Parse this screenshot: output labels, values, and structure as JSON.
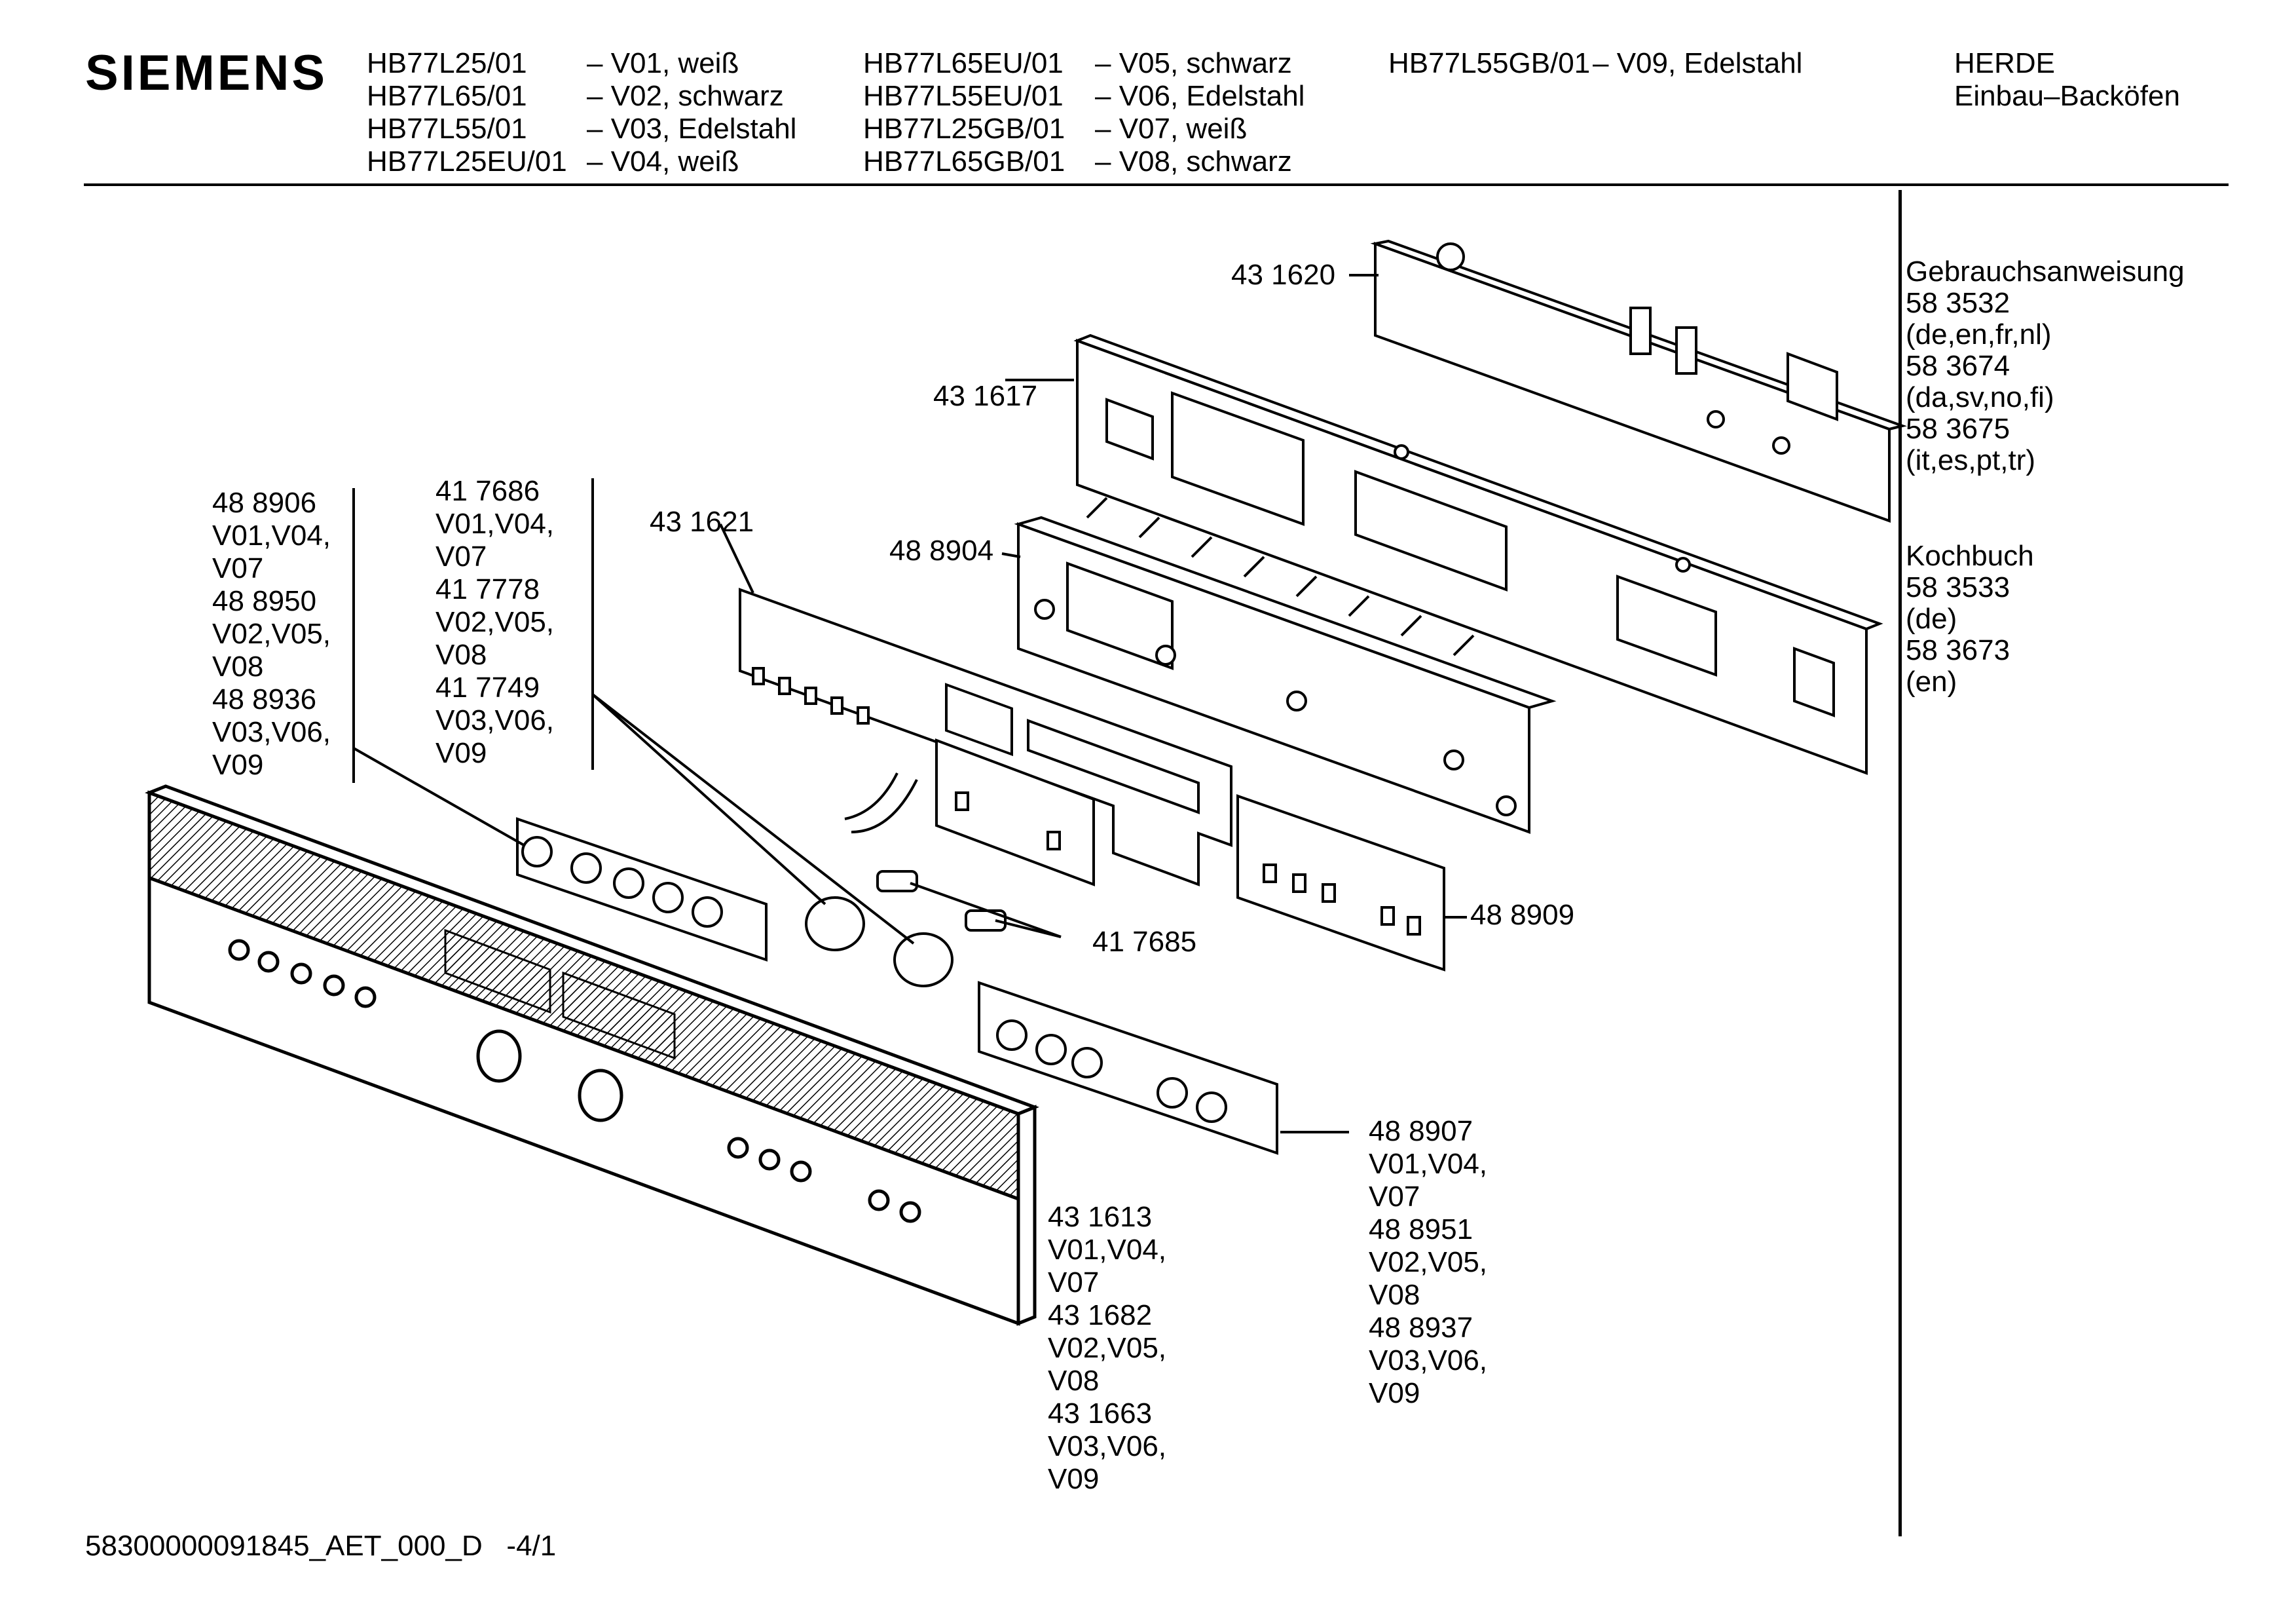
{
  "header": {
    "brand": "SIEMENS",
    "models_col1": [
      {
        "model": "HB77L25/01",
        "variant": "– V01, weiß"
      },
      {
        "model": "HB77L65/01",
        "variant": "– V02, schwarz"
      },
      {
        "model": "HB77L55/01",
        "variant": "– V03, Edelstahl"
      },
      {
        "model": "HB77L25EU/01",
        "variant": "– V04, weiß"
      }
    ],
    "models_col2": [
      {
        "model": "HB77L65EU/01",
        "variant": "– V05, schwarz"
      },
      {
        "model": "HB77L55EU/01",
        "variant": "– V06, Edelstahl"
      },
      {
        "model": "HB77L25GB/01",
        "variant": "– V07, weiß"
      },
      {
        "model": "HB77L65GB/01",
        "variant": "– V08, schwarz"
      }
    ],
    "models_col3": [
      {
        "model": "HB77L55GB/01",
        "variant": "– V09, Edelstahl"
      }
    ],
    "category": [
      "HERDE",
      "Einbau–Backöfen"
    ]
  },
  "sidebar": {
    "manual_title": "Gebrauchsanweisung",
    "manual_refs": [
      "58 3532",
      "(de,en,fr,nl)",
      "58 3674",
      "(da,sv,no,fi)",
      "58 3675",
      "(it,es,pt,tr)"
    ],
    "cookbook_title": "Kochbuch",
    "cookbook_refs": [
      "58 3533",
      "(de)",
      "58 3673",
      "(en)"
    ]
  },
  "callouts": {
    "p431620": "43 1620",
    "p431617": "43 1617",
    "p431621": "43 1621",
    "p488904": "48 8904",
    "p488909": "48 8909",
    "p417685": "41 7685",
    "group_488906": [
      "48 8906",
      "V01,V04,",
      "V07",
      "48 8950",
      "V02,V05,",
      "V08",
      "48 8936",
      "V03,V06,",
      "V09"
    ],
    "group_417686": [
      "41 7686",
      "V01,V04,",
      "V07",
      "41 7778",
      "V02,V05,",
      "V08",
      "41 7749",
      "V03,V06,",
      "V09"
    ],
    "group_431613": [
      "43 1613",
      "V01,V04,",
      "V07",
      "43 1682",
      "V02,V05,",
      "V08",
      "43 1663",
      "V03,V06,",
      "V09"
    ],
    "group_488907": [
      "48 8907",
      "V01,V04,",
      "V07",
      "48 8951",
      "V02,V05,",
      "V08",
      "48 8937",
      "V03,V06,",
      "V09"
    ]
  },
  "footer": {
    "code": "58300000091845_AET_000_D   -4/1"
  }
}
